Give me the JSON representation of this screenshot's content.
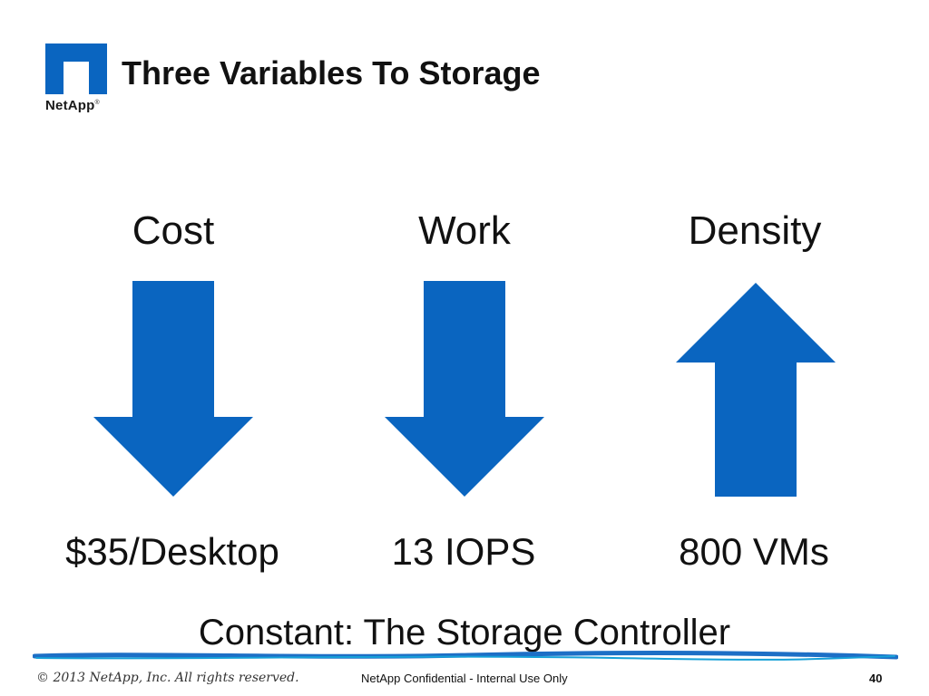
{
  "logo": {
    "icon": "netapp-logo-icon",
    "text": "NetApp",
    "mark": "®",
    "color": "#0a65c0"
  },
  "title": "Three Variables To Storage",
  "columns": [
    {
      "label": "Cost",
      "direction": "down",
      "value": "$35/Desktop",
      "icon": "arrow-down-icon"
    },
    {
      "label": "Work",
      "direction": "down",
      "value": "13 IOPS",
      "icon": "arrow-down-icon"
    },
    {
      "label": "Density",
      "direction": "up",
      "value": "800 VMs",
      "icon": "arrow-up-icon"
    }
  ],
  "constant": "Constant: The Storage Controller",
  "footer": {
    "copyright": "© 2013 NetApp, Inc. All rights reserved.",
    "confidential": "NetApp Confidential - Internal Use Only",
    "page": "40"
  },
  "colors": {
    "arrow": "#0a65c0",
    "rule": "#1d6fc6"
  }
}
